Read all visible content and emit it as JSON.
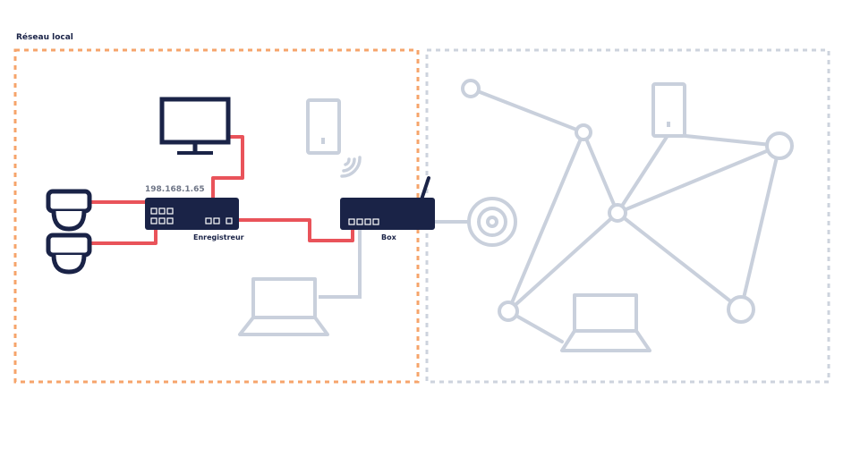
{
  "local_network": {
    "title": "Réseau local"
  },
  "recorder": {
    "ip": "198.168.1.65",
    "label": "Enregistreur"
  },
  "router": {
    "label": "Box"
  },
  "colors": {
    "local_border": "#f6a46b",
    "internet_border": "#cdd3dd",
    "device_dark": "#1a2347",
    "wire_active": "#e9535a",
    "inactive": "#c9d0dc"
  }
}
